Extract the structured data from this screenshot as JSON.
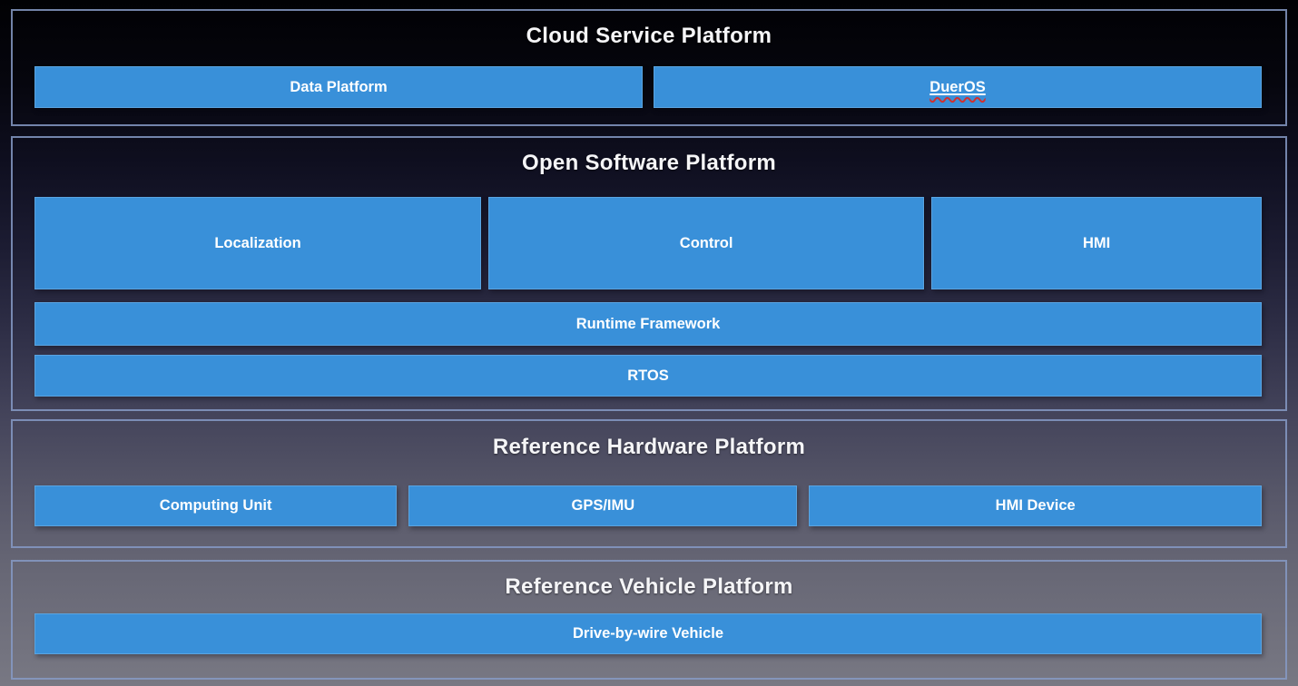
{
  "diagram": {
    "sections": [
      {
        "title": "Cloud Service Platform",
        "boxes": [
          {
            "label": "Data Platform"
          },
          {
            "label": "DuerOS"
          }
        ]
      },
      {
        "title": "Open Software Platform",
        "module_boxes": [
          {
            "label": "Localization"
          },
          {
            "label": "Control"
          },
          {
            "label": "HMI"
          }
        ],
        "layer_boxes": [
          {
            "label": "Runtime Framework"
          },
          {
            "label": "RTOS"
          }
        ]
      },
      {
        "title": "Reference Hardware Platform",
        "boxes": [
          {
            "label": "Computing Unit"
          },
          {
            "label": "GPS/IMU"
          },
          {
            "label": "HMI Device"
          }
        ]
      },
      {
        "title": "Reference Vehicle Platform",
        "boxes": [
          {
            "label": "Drive-by-wire Vehicle"
          }
        ]
      }
    ],
    "colors": {
      "box_fill": "#3990d9",
      "section_border": "#869ac6",
      "background_top": "#010104",
      "background_bottom": "#787883",
      "title_text": "#f5f5f7",
      "box_text": "#ffffff",
      "spellcheck_underline": "#d03030"
    }
  }
}
